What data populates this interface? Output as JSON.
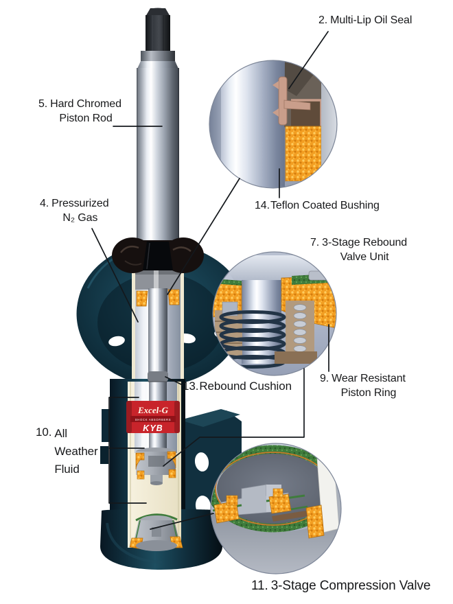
{
  "title": "Shock absorber cutaway diagram",
  "brand": {
    "product": "Excel-G",
    "tagline": "SHOCK ABSORBERS",
    "logo": "KYB"
  },
  "callouts": {
    "oil_seal": {
      "number": "2.",
      "lines": [
        "Multi-Lip Oil Seal"
      ]
    },
    "piston_rod": {
      "number": "5.",
      "lines": [
        "Hard Chromed",
        "Piston Rod"
      ]
    },
    "gas": {
      "number": "4.",
      "lines": [
        "Pressurized",
        "N₂ Gas"
      ]
    },
    "bushing": {
      "number": "14.",
      "lines": [
        "Teflon Coated Bushing"
      ]
    },
    "rebound_valve": {
      "number": "7.",
      "lines": [
        "3-Stage Rebound",
        "Valve Unit"
      ]
    },
    "rebound_cushion": {
      "number": "13.",
      "lines": [
        "Rebound Cushion"
      ]
    },
    "piston_ring": {
      "number": "9.",
      "lines": [
        "Wear Resistant",
        "Piston Ring"
      ]
    },
    "fluid": {
      "number": "10.",
      "lines": [
        "All",
        "Weather",
        "Fluid"
      ]
    },
    "compression_valve": {
      "number": "11.",
      "lines": [
        "3-Stage Compression Valve"
      ]
    }
  },
  "colors": {
    "background": "#ffffff",
    "text": "#17181a",
    "leader_line": "#14181c",
    "body_navy": "#12303e",
    "label_red": "#c8242b",
    "label_red_dark": "#8f1218",
    "bushing_orange": "#f29e22",
    "fluid_cream": "#efe9d2",
    "gasket_green": "#3f7c3c",
    "chrome": "#e9edf3"
  }
}
